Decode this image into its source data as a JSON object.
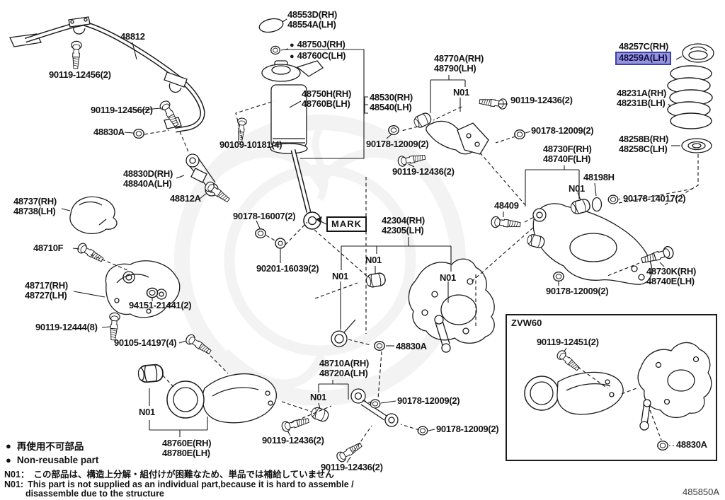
{
  "glyphs": {
    "bullet": "●"
  },
  "colors": {
    "highlight_bg": "#9595da",
    "highlight_border": "#3f3fae",
    "highlight_text": "#10104f",
    "ink": "#1b1b1b"
  },
  "parts": {
    "p48553": {
      "line1": "48553D(RH)",
      "line2": "48554A(LH)"
    },
    "p48812": {
      "line1": "48812"
    },
    "p90119_12456": {
      "line1": "90119-12456(2)"
    },
    "p48830a": {
      "line1": "48830A"
    },
    "p48750j": {
      "line1": "48750J(RH)",
      "line2": "48760C(LH)"
    },
    "p48750h": {
      "line1": "48750H(RH)",
      "line2": "48760B(LH)"
    },
    "p48530": {
      "line1": "48530(RH)",
      "line2": "48540(LH)"
    },
    "p48770a": {
      "line1": "48770A(RH)",
      "line2": "48790(LH)"
    },
    "n01": {
      "line1": "N01"
    },
    "p90119_12436": {
      "line1": "90119-12436(2)"
    },
    "p90178_12009": {
      "line1": "90178-12009(2)"
    },
    "p90109_10181": {
      "line1": "90109-10181(4)"
    },
    "p48730f": {
      "line1": "48730F(RH)",
      "line2": "48740F(LH)"
    },
    "p48198h": {
      "line1": "48198H"
    },
    "p90178_14017": {
      "line1": "90178-14017(2)"
    },
    "p48257c": {
      "line1": "48257C(RH)"
    },
    "p48259a": {
      "line1": "48259A(LH)"
    },
    "p48231": {
      "line1": "48231A(RH)",
      "line2": "48231B(LH)"
    },
    "p48258": {
      "line1": "48258B(RH)",
      "line2": "48258C(LH)"
    },
    "p48830d": {
      "line1": "48830D(RH)",
      "line2": "48840A(LH)"
    },
    "p48812a": {
      "line1": "48812A"
    },
    "p48737": {
      "line1": "48737(RH)",
      "line2": "48738(LH)"
    },
    "p90178_16007": {
      "line1": "90178-16007(2)"
    },
    "mark": {
      "line1": "MARK"
    },
    "p42304": {
      "line1": "42304(RH)",
      "line2": "42305(LH)"
    },
    "p48710f": {
      "line1": "48710F"
    },
    "p90201_16039": {
      "line1": "90201-16039(2)"
    },
    "p48717": {
      "line1": "48717(RH)",
      "line2": "48727(LH)"
    },
    "p94151_21441": {
      "line1": "94151-21441(2)"
    },
    "p90119_12444": {
      "line1": "90119-12444(8)"
    },
    "p48409": {
      "line1": "48409"
    },
    "p48730k": {
      "line1": "48730K(RH)",
      "line2": "48740E(LH)"
    },
    "p90105_14197": {
      "line1": "90105-14197(4)"
    },
    "p48710a": {
      "line1": "48710A(RH)",
      "line2": "48720A(LH)"
    },
    "p48760e": {
      "line1": "48760E(RH)",
      "line2": "48780E(LH)"
    },
    "p90119_12451": {
      "line1": "90119-12451(2)"
    }
  },
  "inset": {
    "label": "ZVW60"
  },
  "legend": {
    "jp": "再使用不可部品",
    "en": "Non-reusable part"
  },
  "notes": {
    "prefix_jp": "N01：",
    "jp": "この部品は、構造上分解・組付けが困難なため、単品では補給していません",
    "prefix_en": "N01:",
    "en1": "This part is not supplied as an individual part,because it is hard to assemble /",
    "en2": "disassemble due to the structure"
  },
  "footer": {
    "code": "485850A"
  }
}
